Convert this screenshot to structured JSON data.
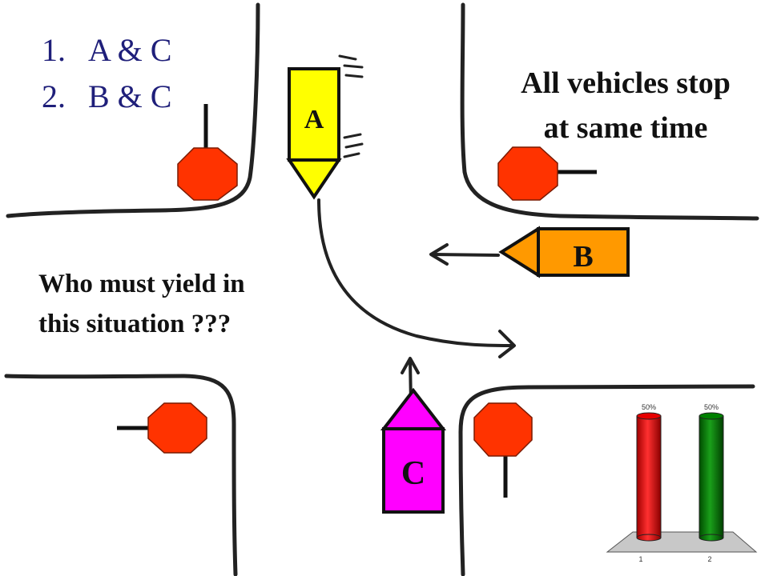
{
  "options": [
    {
      "number": "1.",
      "text": "A & C"
    },
    {
      "number": "2.",
      "text": "B & C"
    }
  ],
  "note": {
    "line1": "All vehicles stop",
    "line2": "at same time"
  },
  "question": {
    "line1": "Who must yield in",
    "line2": "this situation ???"
  },
  "vehicles": {
    "a": {
      "label": "A",
      "color": "#ffff00"
    },
    "b": {
      "label": "B",
      "color": "#ff9900"
    },
    "c": {
      "label": "C",
      "color": "#ff00ff"
    }
  },
  "stop_sign_color": "#ff3300",
  "chart_data": {
    "type": "bar",
    "categories": [
      "1",
      "2"
    ],
    "values": [
      50,
      50
    ],
    "value_labels": [
      "50%",
      "50%"
    ],
    "colors": [
      "#e60000",
      "#008000"
    ],
    "ylim": [
      0,
      100
    ],
    "grid": false,
    "style": "3d-cylinder"
  }
}
